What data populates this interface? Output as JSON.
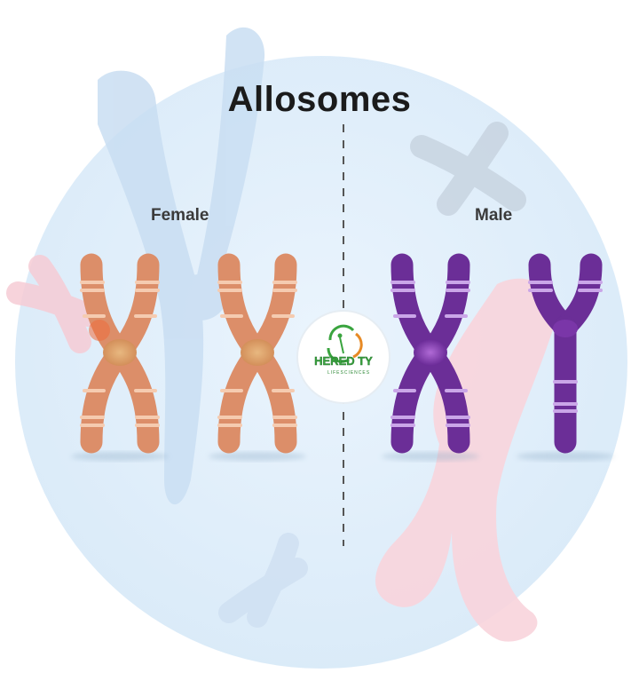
{
  "title": "Allosomes",
  "groups": {
    "female": {
      "label": "Female",
      "chromosomes": [
        "X",
        "X"
      ]
    },
    "male": {
      "label": "Male",
      "chromosomes": [
        "X",
        "Y"
      ]
    }
  },
  "logo": {
    "word": "HERED TY",
    "tagline": "LIFESCIENCES"
  },
  "colors": {
    "background_circle": "#e1effb",
    "female_chromosome": "#dd8f6a",
    "female_centromere": "#d9a56e",
    "male_chromosome": "#6b2f96",
    "male_band": "#c9a6e6",
    "decor_blue": "#c7def2",
    "decor_pink": "#f8d6dd",
    "logo_green": "#3aa43f",
    "logo_orange": "#e78a25"
  }
}
